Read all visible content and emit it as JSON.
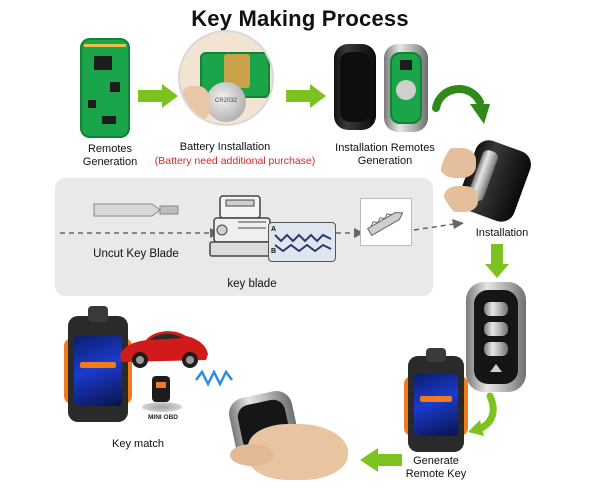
{
  "title": "Key Making Process",
  "steps": {
    "remotes_generation": "Remotes\nGeneration",
    "battery_installation": "Battery Installation",
    "battery_note": "(Battery need additional purchase)",
    "installation_remotes_generation": "Installation Remotes\nGeneration",
    "installation": "Installation",
    "uncut_key_blade": "Uncut Key  Blade",
    "key_blade": "key blade",
    "key_match": "Key match",
    "generate_remote_key": "Generate\nRemote Key"
  },
  "device_texts": {
    "mini_obd": "MINI OBD",
    "machine_a": "A",
    "machine_b": "B",
    "battery_print": "CR2032"
  },
  "colors": {
    "arrow_green": "#7dc31f",
    "arrow_dark_green": "#2f8a1a",
    "pcb_green": "#1aa54a",
    "note_red": "#d7262a",
    "panel_gray": "#e9e9e9",
    "car_red": "#d01b1b",
    "device_orange": "#f07a1e"
  }
}
